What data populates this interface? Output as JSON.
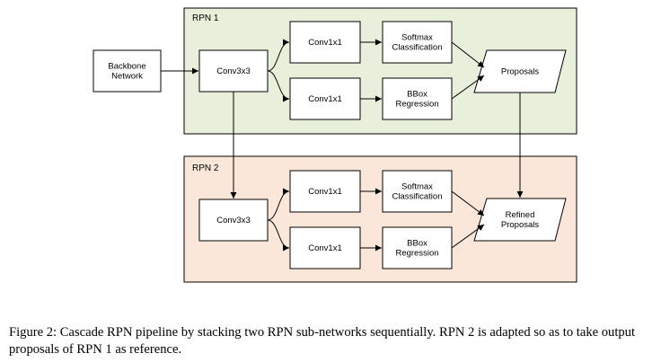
{
  "colors": {
    "rpn1_fill": "#e8f0dc",
    "rpn2_fill": "#fbe6da",
    "stroke": "#000000",
    "box_fill": "#ffffff"
  },
  "groups": {
    "rpn1": {
      "label": "RPN 1"
    },
    "rpn2": {
      "label": "RPN 2"
    }
  },
  "nodes": {
    "backbone": [
      "Backbone",
      "Network"
    ],
    "rpn1_conv3x3": [
      "Conv3x3"
    ],
    "rpn1_conv1x1_top": [
      "Conv1x1"
    ],
    "rpn1_conv1x1_bottom": [
      "Conv1x1"
    ],
    "rpn1_softmax": [
      "Softmax",
      "Classification"
    ],
    "rpn1_bbox": [
      "BBox",
      "Regression"
    ],
    "rpn1_proposals": [
      "Proposals"
    ],
    "rpn2_conv3x3": [
      "Conv3x3"
    ],
    "rpn2_conv1x1_top": [
      "Conv1x1"
    ],
    "rpn2_conv1x1_bottom": [
      "Conv1x1"
    ],
    "rpn2_softmax": [
      "Softmax",
      "Classification"
    ],
    "rpn2_bbox": [
      "BBox",
      "Regression"
    ],
    "rpn2_proposals": [
      "Refined",
      "Proposals"
    ]
  },
  "caption": "Figure 2: Cascade RPN pipeline by stacking two RPN sub-networks sequentially. RPN 2 is adapted so as to take output proposals of RPN 1 as reference."
}
